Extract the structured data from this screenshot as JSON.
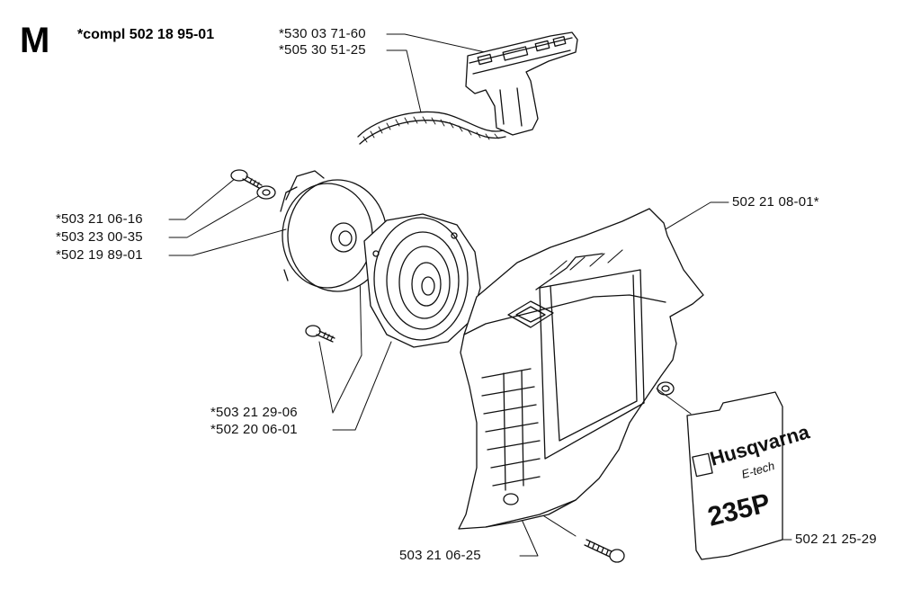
{
  "header": {
    "section_letter": "M",
    "assembly": "*compl 502 18 95-01"
  },
  "parts": {
    "p1": "*530 03 71-60",
    "p2": "*505 30 51-25",
    "p3": "502 21 08-01*",
    "p4": "*503 21 06-16",
    "p5": "*503 23 00-35",
    "p6": "*502 19 89-01",
    "p7": "*503 21 29-06",
    "p8": "*502 20 06-01",
    "p9": "503 21 06-25",
    "p10": "502 21 25-29"
  },
  "decal": {
    "brand": "Husqvarna",
    "sub": "E-tech",
    "model": "235P"
  },
  "colors": {
    "ink": "#111111",
    "paper": "#ffffff"
  }
}
